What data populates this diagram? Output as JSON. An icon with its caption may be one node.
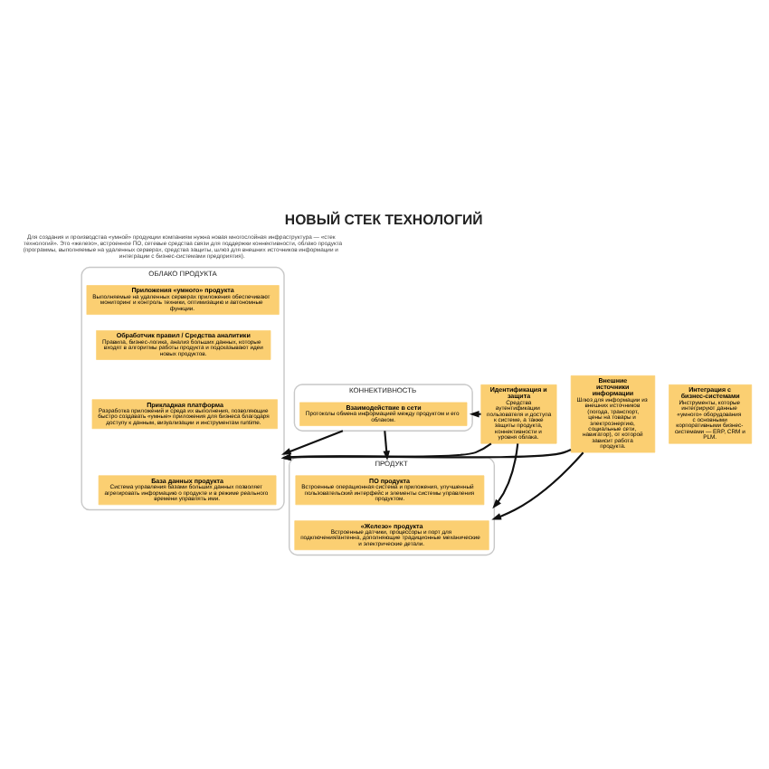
{
  "diagram": {
    "title": "НОВЫЙ СТЕК ТЕХНОЛОГИЙ",
    "nodes": [
      {
        "text": [
          "ОБЛАКО ПРОДУКТА"
        ]
      },
      {
        "text": [
          "Приложения «умного» продукта",
          "Выполняемые на удаленных серверах приложения обеспечивают мониторинг и контроль техники, оптимизацию и автономные функции."
        ],
        "in": 0
      },
      {
        "text": [
          "Обработчик правил / Средства аналитики",
          "Правила, бизнес-логика, анализ больших данных, которые входят в алгоритмы работы продукта и подсказывают идеи новых продуктов."
        ],
        "in": 0
      },
      {
        "text": [
          "Прикладная платформа",
          "Разработка приложений и среда их выполнения, позволяющие быстро создавать «умные» приложения для бизнеса благодаря доступу к данным, визуализации и инструментам runtime."
        ],
        "in": 0
      },
      {
        "text": [
          "База данных продукта",
          "Система управления базами больших данных позволяет агрегировать информацию о продукте и в режиме реального времени управлять ими."
        ],
        "in": 0
      },
      {
        "text": [
          "КОННЕКТИВНОСТЬ"
        ]
      },
      {
        "text": [
          "Взаимодействие в сети",
          "Протоколы обмена информацией между продуктом и его облаком."
        ],
        "in": 5
      },
      {
        "text": [
          "ПРОДУКТ"
        ]
      },
      {
        "text": [
          "ПО продукта",
          "Встроенные операционная система и приложения, улучшенный пользовательский интерфейс и элементы системы управления продуктом."
        ],
        "in": 7
      },
      {
        "text": [
          "«Железо» продукта",
          "Встроенные датчики, процессоры и порт для подключения/антенна, дополняющие традиционные механические и электрические детали."
        ],
        "in": 7
      },
      {
        "text": [
          "Идентификация и защита",
          "Средства аутентификации пользователя и доступа к системе, а также защиты продукта, коннективности и уровня облака."
        ]
      },
      {
        "text": [
          "Внешние источники информации",
          "Шлюз для информации из внешних источников (погода, транспорт, цены на товары и электроэнергию, социальные сети, навигатор), от которой зависит работа продукта."
        ]
      },
      {
        "text": [
          "Интеграция с бизнес-системами",
          "Инструменты, которые интегрируют данные «умного» оборудования с основными корпоративными бизнес-системами — ERP, CRM и PLM."
        ]
      }
    ],
    "edges": [
      {
        "from": 10,
        "to": 0,
        "arrow": "to"
      },
      {
        "from": 10,
        "to": 5,
        "arrow": "to"
      },
      {
        "from": 10,
        "to": 7,
        "arrow": "to"
      },
      {
        "from": 11,
        "to": 0,
        "arrow": "to"
      },
      {
        "from": 11,
        "to": 7,
        "arrow": "to"
      },
      {
        "from": 5,
        "to": 0,
        "arrow": "to"
      },
      {
        "from": 5,
        "to": 7,
        "arrow": "to"
      }
    ],
    "labels": [
      "Для создания и производства «умной» продукции компаниям нужна новая многослойная инфраструктура — «стек технологий». Это «железо», встроенное ПО, сетевые средства связи для поддержки коннективности, облако продукта (программы, выполняемые на удаленных серверах, средства защиты, шлюз для внешних источников информации и интеграции с бизнес-системами предприятия)."
    ]
  }
}
